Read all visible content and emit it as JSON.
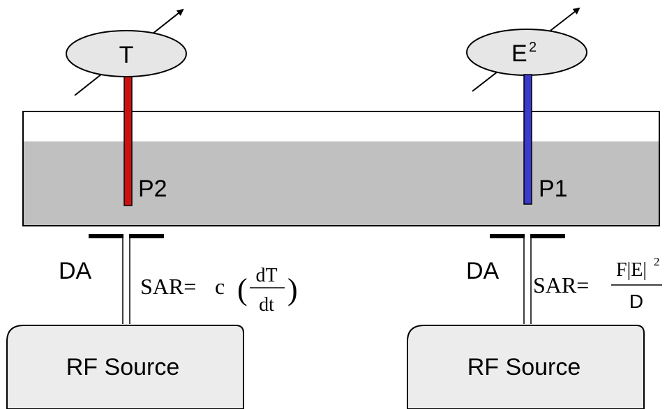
{
  "colors": {
    "liquid": "#c0c0c0",
    "container_border": "#000000",
    "meter_fill": "#e6e6e6",
    "source_fill": "#ececec",
    "probe_temperature": "#cc1010",
    "probe_field": "#3a3acc",
    "antenna": "#000000"
  },
  "left": {
    "meter_label": "T",
    "probe_label": "P2",
    "antenna_label": "DA",
    "source_label": "RF Source",
    "equation": {
      "lhs": "SAR=",
      "coef": "c",
      "open_paren": "(",
      "numerator": "dT",
      "denominator": "dt",
      "close_paren": ")"
    }
  },
  "right": {
    "meter_label": "E",
    "meter_label_sup": "2",
    "probe_label": "P1",
    "antenna_label": "DA",
    "source_label": "RF Source",
    "equation": {
      "lhs": "SAR=",
      "numerator": "F|E|",
      "numerator_sup": "2",
      "denominator": "D"
    }
  }
}
